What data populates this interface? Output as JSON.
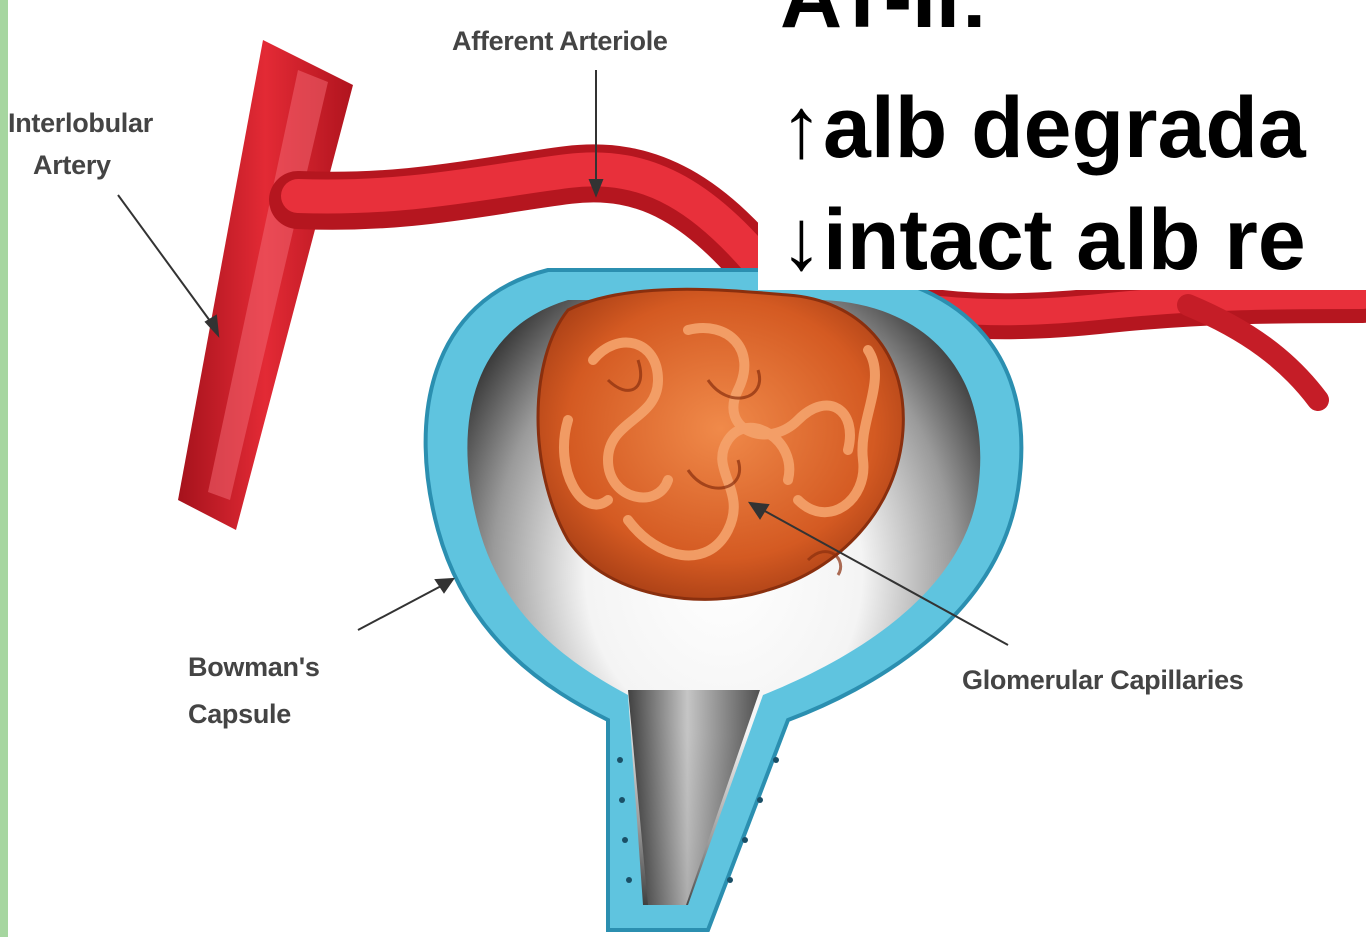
{
  "overlay": {
    "line1": "AT-II:",
    "line2": "↑alb degrada",
    "line3": "↓intact alb re"
  },
  "labels": {
    "afferent_arteriole": "Afferent Arteriole",
    "interlobular_artery_1": "Interlobular",
    "interlobular_artery_2": "Artery",
    "bowmans_capsule_1": "Bowman's",
    "bowmans_capsule_2": "Capsule",
    "glomerular_capillaries": "Glomerular Capillaries"
  },
  "colors": {
    "sidebar_accent": "#a6d6a0",
    "artery_red": "#d8232e",
    "capsule_blue": "#5fc4df",
    "capillary_orange": "#e0662a"
  }
}
